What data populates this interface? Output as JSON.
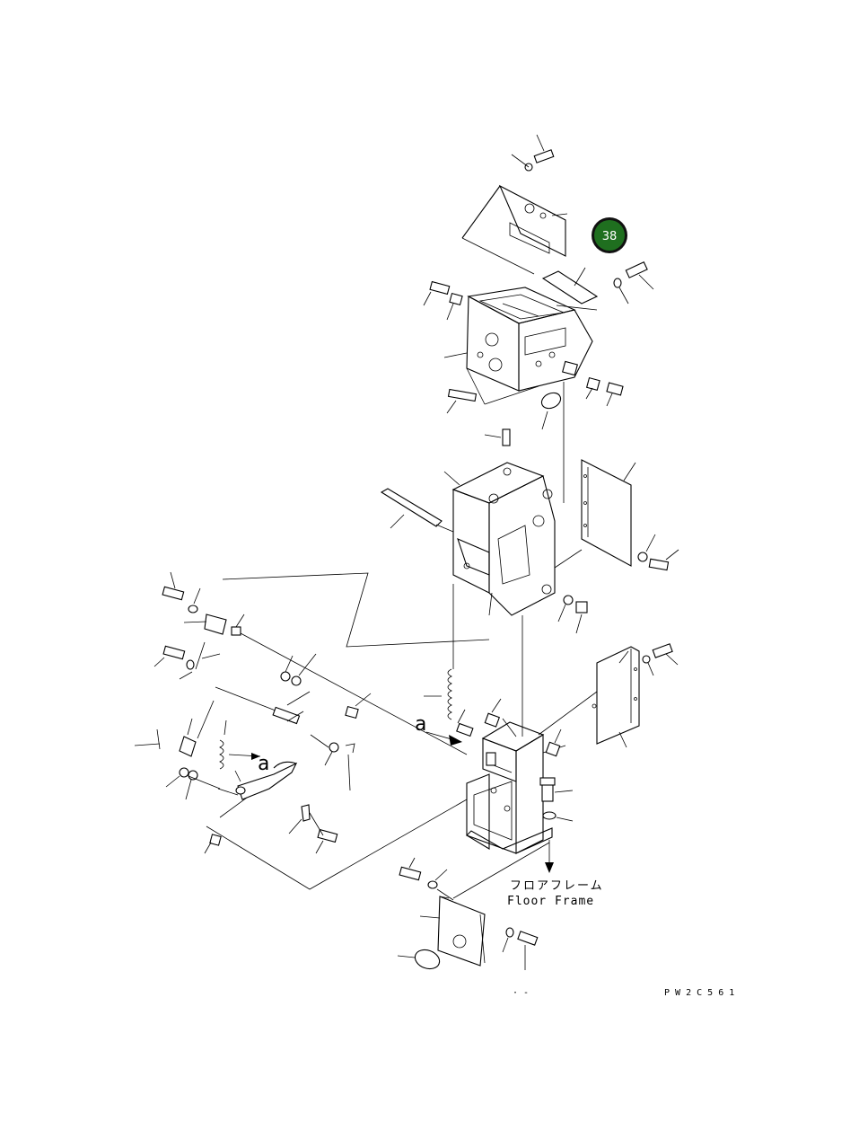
{
  "callout": {
    "number": "38",
    "color": "#1f6f1f",
    "ring_color": "#111111"
  },
  "view_marks": {
    "left": "a",
    "center": "a"
  },
  "floor_frame": {
    "jp": "フロアフレーム",
    "en": "Floor Frame"
  },
  "footer": {
    "dots": "· -",
    "drawing_code": "P W 2 C 5 6 1"
  }
}
